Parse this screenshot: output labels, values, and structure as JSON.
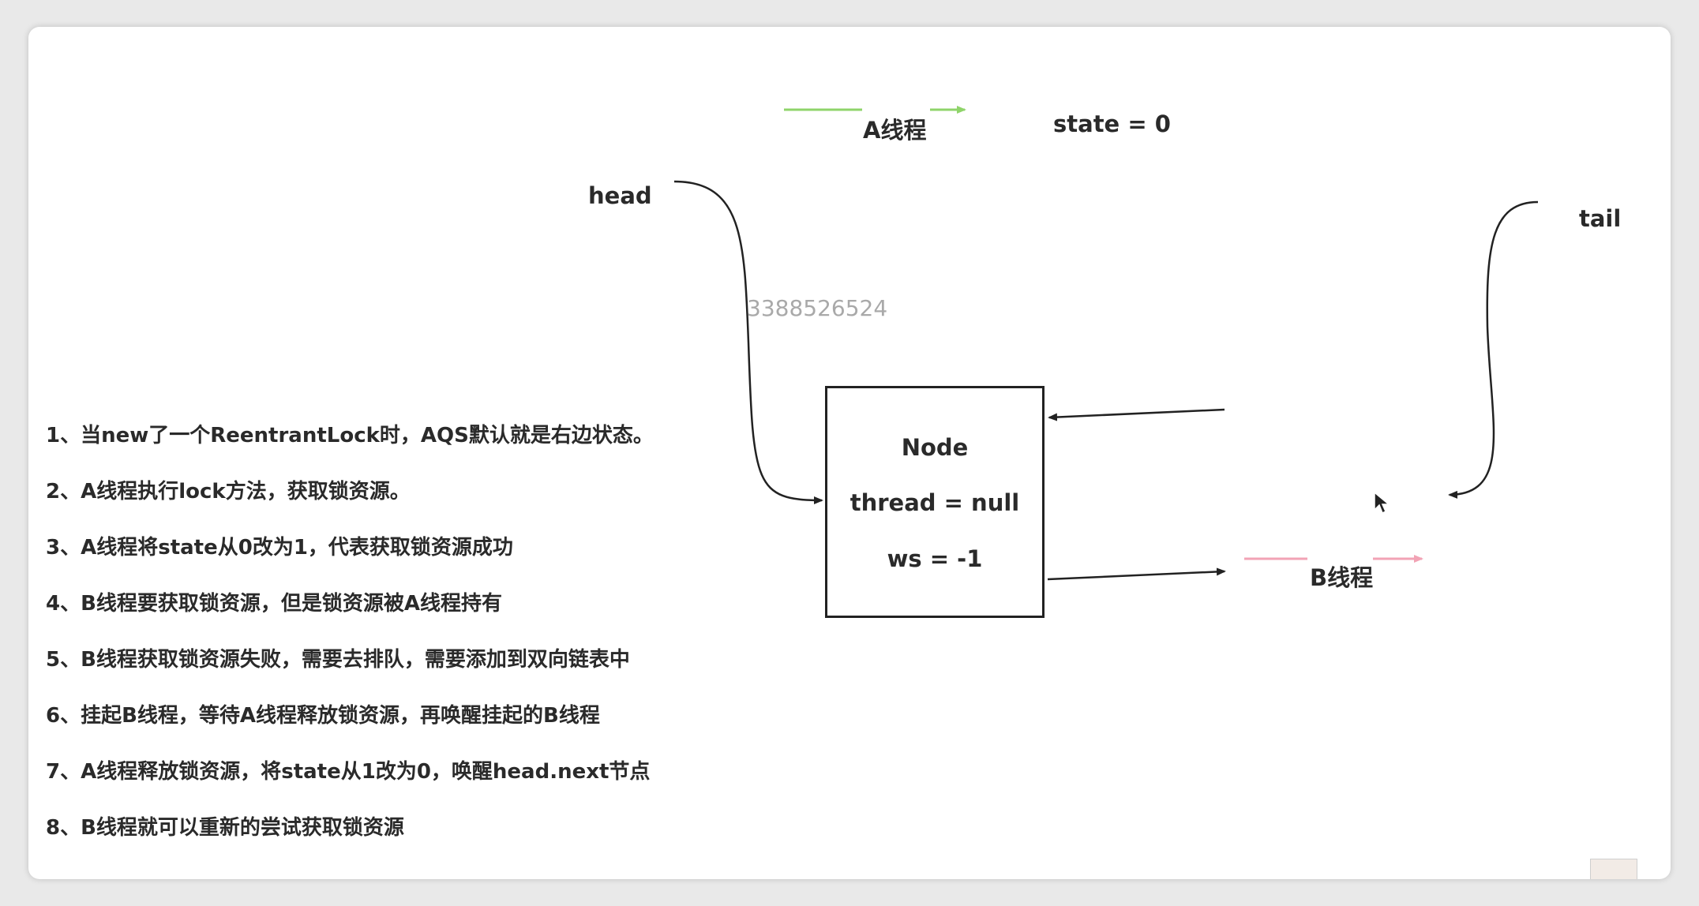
{
  "labels": {
    "thread_a": "A线程",
    "state": "state = 0",
    "head": "head",
    "tail": "tail",
    "thread_b": "B线程",
    "number": "3388526524"
  },
  "node": {
    "title": "Node",
    "thread": "thread = null",
    "ws": "ws = -1"
  },
  "steps": [
    "1、当new了一个ReentrantLock时，AQS默认就是右边状态。",
    "2、A线程执行lock方法，获取锁资源。",
    "3、A线程将state从0改为1，代表获取锁资源成功",
    "4、B线程要获取锁资源，但是锁资源被A线程持有",
    "5、B线程获取锁资源失败，需要去排队，需要添加到双向链表中",
    "6、挂起B线程，等待A线程释放锁资源，再唤醒挂起的B线程",
    "7、A线程释放锁资源，将state从1改为0，唤醒head.next节点",
    "8、B线程就可以重新的尝试获取锁资源"
  ],
  "colors": {
    "thread_a_arrow": "#8fd46a",
    "thread_b_arrow": "#f2a3b5",
    "line": "#222222"
  }
}
